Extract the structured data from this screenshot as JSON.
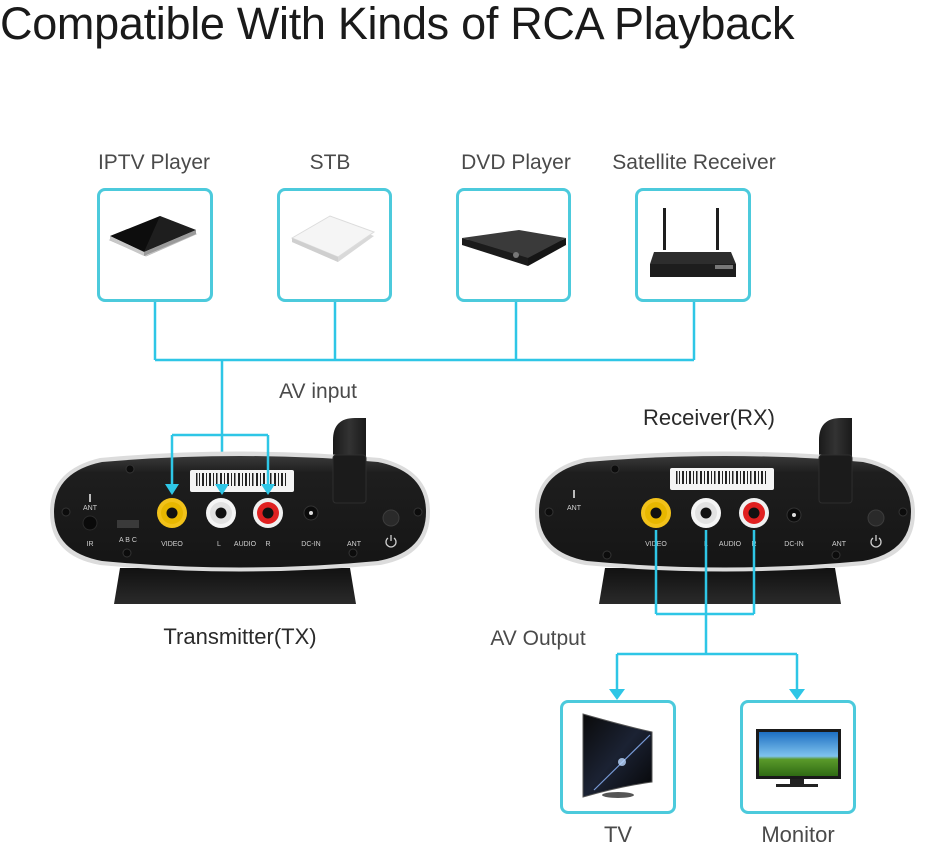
{
  "title": "Compatible With Kinds of RCA Playback",
  "accent_color": "#4ccadc",
  "sources": [
    {
      "label": "IPTV Player",
      "icon": "iptv-player-icon"
    },
    {
      "label": "STB",
      "icon": "set-top-box-icon"
    },
    {
      "label": "DVD Player",
      "icon": "dvd-player-icon"
    },
    {
      "label": "Satellite Receiver",
      "icon": "satellite-receiver-icon"
    }
  ],
  "av_input_label": "AV input",
  "av_output_label": "AV Output",
  "transmitter": {
    "label": "Transmitter(TX)",
    "ports": {
      "ant_top": "ANT",
      "ir": "IR",
      "channel_switch": "A B C",
      "video": "VIDEO",
      "audio_l": "L",
      "audio": "AUDIO",
      "audio_r": "R",
      "dc_in": "DC-IN",
      "ant": "ANT"
    }
  },
  "receiver": {
    "label": "Receiver(RX)",
    "ports": {
      "ant_top": "ANT",
      "video": "VIDEO",
      "audio_l": "L",
      "audio": "AUDIO",
      "audio_r": "R",
      "dc_in": "DC-IN",
      "ant": "ANT"
    }
  },
  "outputs": [
    {
      "label": "TV",
      "icon": "curved-tv-icon"
    },
    {
      "label": "Monitor",
      "icon": "monitor-icon"
    }
  ]
}
